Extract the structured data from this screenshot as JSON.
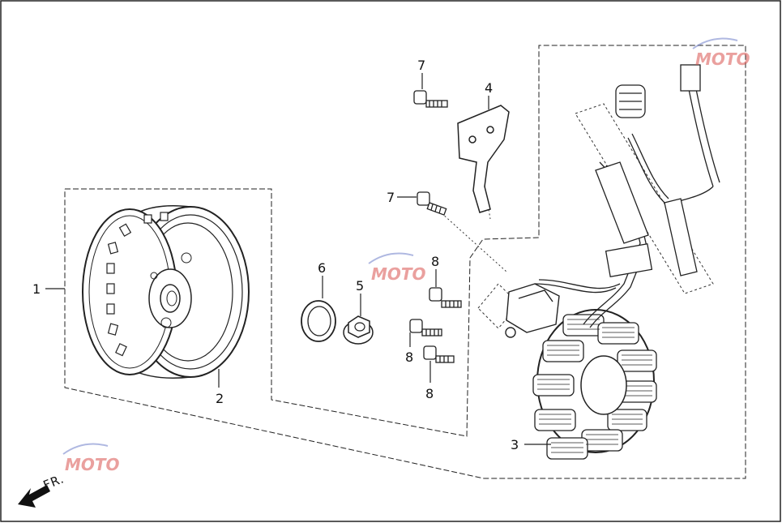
{
  "diagram": {
    "front_indicator": "FR.",
    "watermark_text": "MOTO",
    "callouts": [
      {
        "id": "c1",
        "text": "1"
      },
      {
        "id": "c2",
        "text": "2"
      },
      {
        "id": "c3",
        "text": "3"
      },
      {
        "id": "c4",
        "text": "4"
      },
      {
        "id": "c5",
        "text": "5"
      },
      {
        "id": "c6",
        "text": "6"
      },
      {
        "id": "c7a",
        "text": "7"
      },
      {
        "id": "c7b",
        "text": "7"
      },
      {
        "id": "c8a",
        "text": "8"
      },
      {
        "id": "c8b",
        "text": "8"
      },
      {
        "id": "c8c",
        "text": "8"
      }
    ]
  },
  "colors": {
    "line": "#222222",
    "watermark_blue": "#6f7fc9",
    "watermark_red": "#d9534f"
  }
}
